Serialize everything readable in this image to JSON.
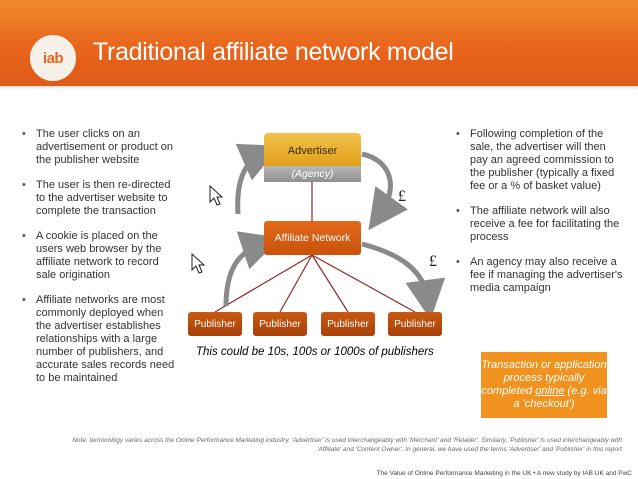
{
  "header": {
    "logo_text": "iab",
    "title": "Traditional affiliate network model",
    "colors": {
      "banner": "#e8651c",
      "logo_bg": "#f6f1e8"
    }
  },
  "left_bullets": [
    "The user clicks on an advertisement or product on the publisher website",
    "The user is then re-directed to the advertiser website to complete the transaction",
    "A cookie is placed on the users web browser by the affiliate network to record sale origination",
    "Affiliate networks are most commonly deployed when the advertiser establishes relationships with a large number of publishers, and accurate sales records need to be maintained"
  ],
  "right_bullets": [
    "Following completion of the sale, the advertiser will then pay an agreed commission to the publisher (typically a fixed fee or a % of basket value)",
    "The affiliate network will also receive a fee for facilitating the process",
    "An agency may also receive a fee if managing the advertiser's media campaign"
  ],
  "diagram": {
    "advertiser": "Advertiser",
    "agency": "(Agency)",
    "network": "Affiliate Network",
    "publishers": [
      "Publisher",
      "Publisher",
      "Publisher",
      "Publisher"
    ],
    "caption": "This could be 10s, 100s or 1000s of publishers",
    "pound_symbol": "£",
    "icons": [
      "cursor-icon",
      "cursor-icon"
    ],
    "colors": {
      "advertiser": "#e8ab2a",
      "agency": "#a0a0a0",
      "network": "#d85c12",
      "publisher": "#b84c0c",
      "arrow": "#888888",
      "line": "#9b2b2b"
    }
  },
  "callout": {
    "text_before": "Transaction or application process typically completed ",
    "underlined": "online",
    "text_after": " (e.g. via a 'checkout')",
    "color": "#f2921e"
  },
  "note": "Note: terminology varies across the Online Performance Marketing industry. 'Advertiser' is used interchangeably with 'Merchant' and 'Retailer'. Similarly, 'Publisher' is used interchangeably with 'Affiliate' and 'Content Owner'. In general, we have used the terms 'Advertiser' and 'Publisher' in this report",
  "footer": "The Value of Online Performance Marketing in the UK • A new study by IAB UK and PwC"
}
